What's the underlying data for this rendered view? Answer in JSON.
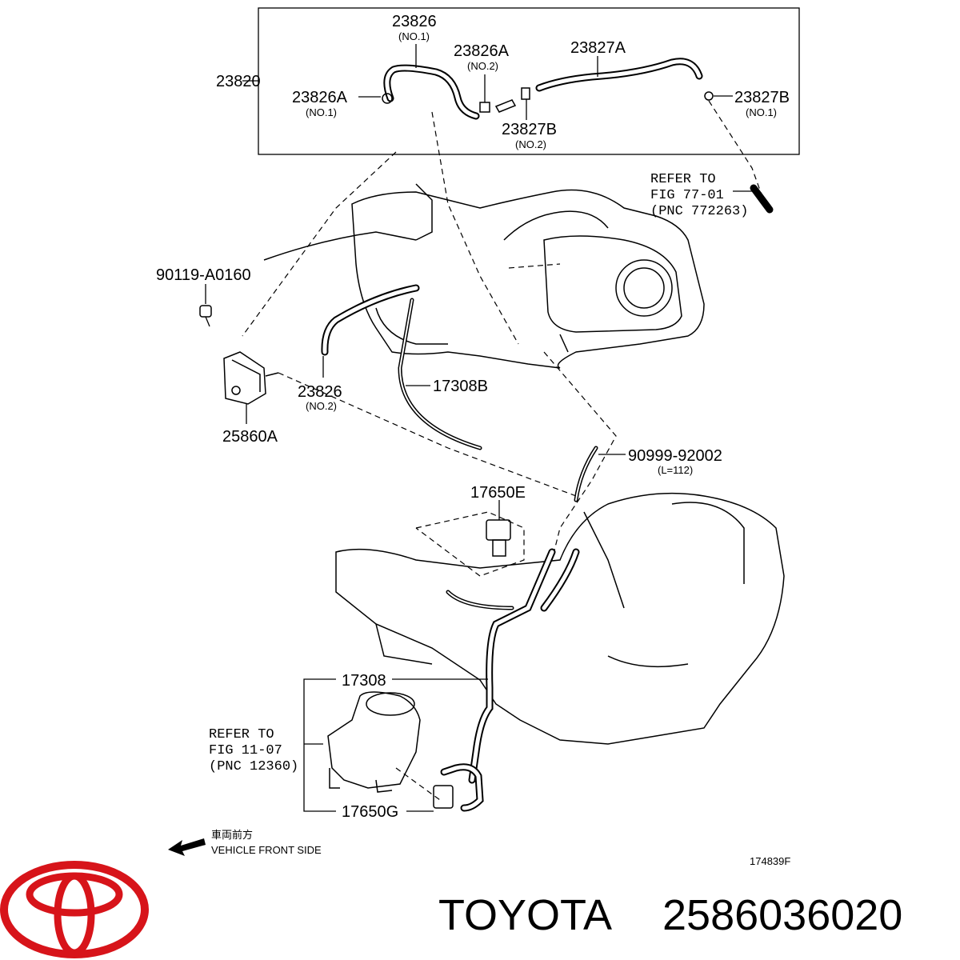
{
  "labels": {
    "assembly": "23820",
    "hose_no1_num": "23826",
    "hose_no1_sub": "(NO.1)",
    "clamp_no2_num": "23826A",
    "clamp_no2_sub": "(NO.2)",
    "hose_27a": "23827A",
    "clamp_no1_num": "23826A",
    "clamp_no1_sub": "(NO.1)",
    "b_no1_num": "23827B",
    "b_no1_sub": "(NO.1)",
    "b_no2_num": "23827B",
    "b_no2_sub": "(NO.2)",
    "refer1_line1": "REFER TO",
    "refer1_line2": "FIG 77-01",
    "refer1_line3": "(PNC 772263)",
    "bolt": "90119-A0160",
    "hose_no2_num": "23826",
    "hose_no2_sub": "(NO.2)",
    "valve": "25860A",
    "hose_17308b": "17308B",
    "hose_90999_num": "90999-92002",
    "hose_90999_sub": "(L=112)",
    "vsv_17650e": "17650E",
    "hose_17308": "17308",
    "refer2_line1": "REFER TO",
    "refer2_line2": "FIG 11-07",
    "refer2_line3": "(PNC 12360)",
    "vsv_17650g": "17650G",
    "front_jp": "車両前方",
    "front_en": "VEHICLE FRONT SIDE",
    "fig_code": "174839F"
  },
  "footer": {
    "brand": "TOYOTA",
    "part_number": "2586036020",
    "logo_color": "#d7141a"
  }
}
